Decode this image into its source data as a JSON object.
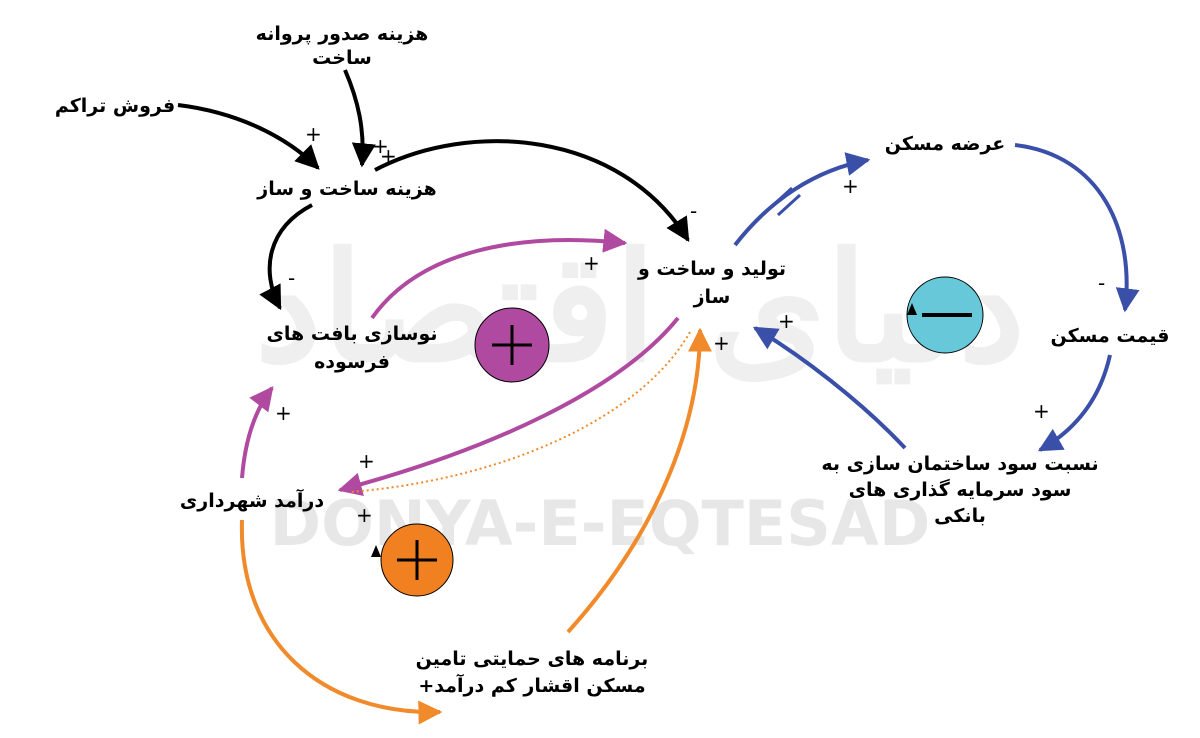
{
  "watermark": {
    "fa": "دنیای اقتصاد",
    "en": "DONYA-E-EQTESAD"
  },
  "nodes": {
    "permit_cost": {
      "line1": "هزینه صدور پروانه",
      "line2": "ساخت"
    },
    "density_sale": "فروش تراکم",
    "construction_cost": "هزینه ساخت و ساز",
    "production": {
      "line1": "تولید و ساخت و",
      "line2": "ساز"
    },
    "renovation": {
      "line1": "نوسازی بافت های",
      "line2": "فرسوده"
    },
    "housing_supply": "عرضه مسکن",
    "housing_price": "قیمت مسکن",
    "profit_ratio": {
      "line1": "نسبت سود ساختمان سازی به",
      "line2": "سود سرمایه گذاری های",
      "line3": "بانکی"
    },
    "municipal_income": "درآمد شهرداری",
    "support_programs": {
      "line1": "برنامه های حمایتی تامین",
      "line2": "مسکن اقشار کم درآمد+"
    }
  },
  "polarity": {
    "density_to_cost": "+",
    "permit_to_cost": "+",
    "cost_to_production": "+",
    "cost_to_production_end": "-",
    "cost_to_renovation": "-",
    "renovation_to_production": "+",
    "production_to_supply": "+",
    "supply_to_price": "-",
    "price_to_ratio": "+",
    "ratio_to_production": "+",
    "production_to_income": "+",
    "income_to_renovation": "+",
    "support_to_production": "+",
    "income_dotted": "+"
  },
  "loops": {
    "purple": {
      "sign": "+",
      "color": "#b04aa0"
    },
    "orange": {
      "sign": "+",
      "color": "#f08020"
    },
    "blue": {
      "sign": "−",
      "color": "#66c8d8"
    }
  },
  "colors": {
    "black": "#000000",
    "purple": "#b04aa0",
    "blue": "#3a4fa8",
    "orange": "#f08a2a"
  }
}
